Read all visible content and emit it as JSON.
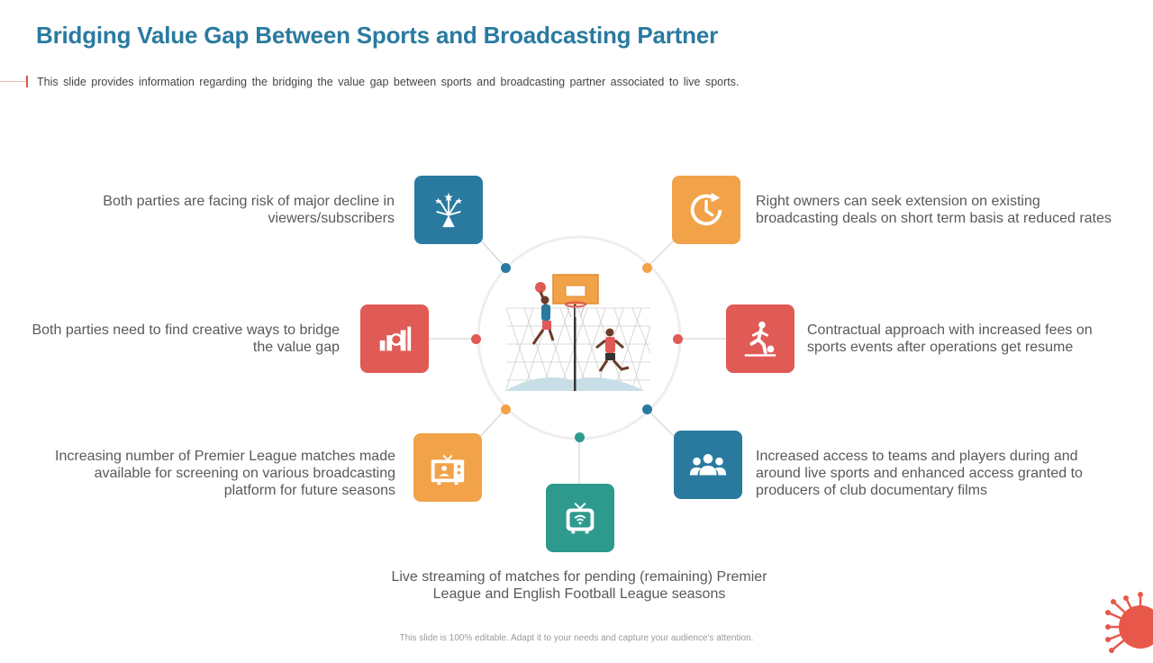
{
  "header": {
    "title": "Bridging Value Gap Between Sports and Broadcasting Partner",
    "subtitle": "This slide provides information regarding the bridging the value gap between sports and broadcasting partner associated to live sports."
  },
  "colors": {
    "title": "#2a7aa0",
    "blue": "#2a7aa0",
    "orange": "#f2a249",
    "red": "#e05a56",
    "teal": "#2e9a8e"
  },
  "items": [
    {
      "text": "Both parties are facing risk of major decline in viewers/subscribers",
      "icon": "fireworks-icon",
      "color": "#2a7aa0"
    },
    {
      "text": "Right owners can seek extension on existing broadcasting deals on short term basis at reduced rates",
      "icon": "clock-refresh-icon",
      "color": "#f2a249"
    },
    {
      "text": "Both parties need to find creative ways to bridge the value gap",
      "icon": "chart-search-icon",
      "color": "#e05a56"
    },
    {
      "text": "Contractual approach with increased fees on sports events after operations get resume",
      "icon": "football-player-icon",
      "color": "#e05a56"
    },
    {
      "text": "Increasing number of Premier League matches made available for screening on various broadcasting platform for future seasons",
      "icon": "tv-screen-icon",
      "color": "#f2a249"
    },
    {
      "text": "Increased access to teams and players during and around live sports and enhanced access granted to producers of club documentary films",
      "icon": "team-icon",
      "color": "#2a7aa0"
    },
    {
      "text": "Live streaming of matches for pending (remaining) Premier League and English Football League seasons",
      "icon": "streaming-tv-icon",
      "color": "#2e9a8e"
    }
  ],
  "footer": {
    "note": "This slide is 100% editable. Adapt it to your needs and capture your audience's attention."
  }
}
